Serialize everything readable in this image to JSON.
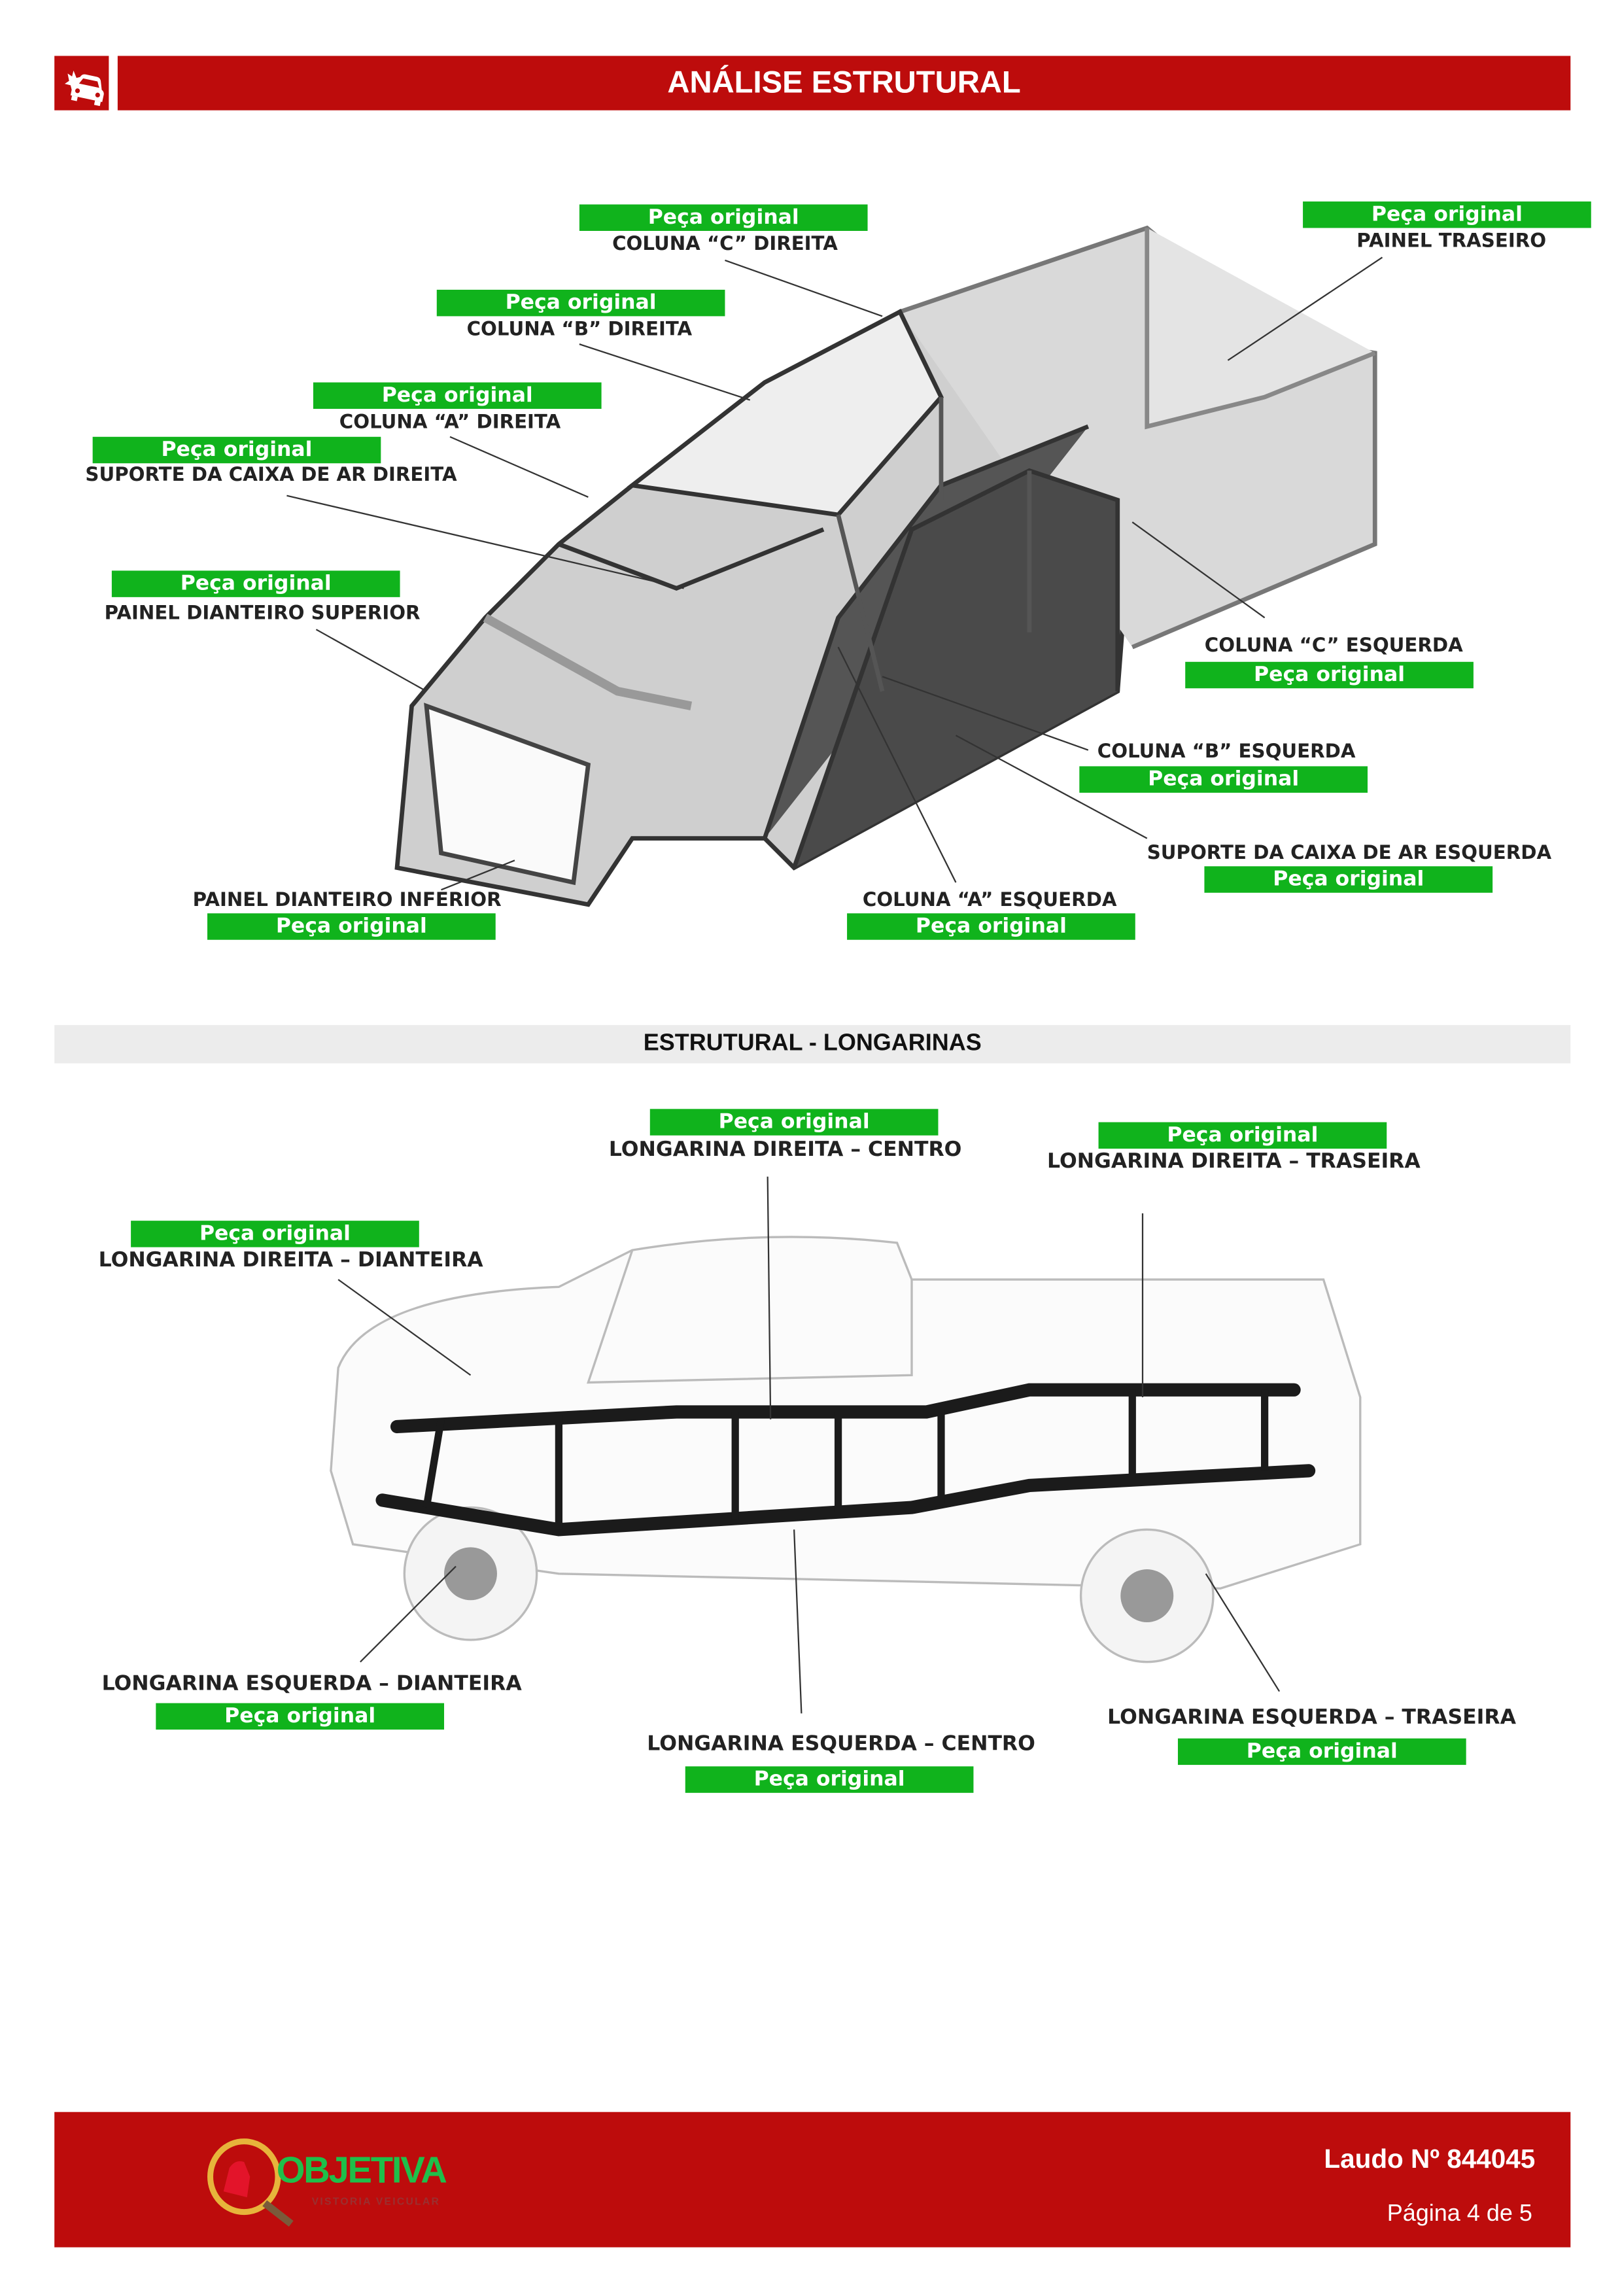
{
  "header": {
    "title": "ANÁLISE ESTRUTURAL",
    "icon": "car-crash-icon"
  },
  "structure_labels": [
    {
      "part": "COLUNA “C” DIREITA",
      "status": "Peça original"
    },
    {
      "part": "PAINEL TRASEIRO",
      "status": "Peça original"
    },
    {
      "part": "COLUNA “B” DIREITA",
      "status": "Peça original"
    },
    {
      "part": "COLUNA “A” DIREITA",
      "status": "Peça original"
    },
    {
      "part": "SUPORTE DA CAIXA DE AR DIREITA",
      "status": "Peça original"
    },
    {
      "part": "PAINEL DIANTEIRO SUPERIOR",
      "status": "Peça original"
    },
    {
      "part": "COLUNA “C” ESQUERDA",
      "status": "Peça original"
    },
    {
      "part": "COLUNA “B” ESQUERDA",
      "status": "Peça original"
    },
    {
      "part": "SUPORTE DA CAIXA DE AR ESQUERDA",
      "status": "Peça original"
    },
    {
      "part": "PAINEL DIANTEIRO INFERIOR",
      "status": "Peça original"
    },
    {
      "part": "COLUNA “A” ESQUERDA",
      "status": "Peça original"
    }
  ],
  "longarinas": {
    "title": "ESTRUTURAL - LONGARINAS",
    "labels": [
      {
        "part": "LONGARINA DIREITA – CENTRO",
        "status": "Peça original"
      },
      {
        "part": "LONGARINA DIREITA – TRASEIRA",
        "status": "Peça original"
      },
      {
        "part": "LONGARINA DIREITA – DIANTEIRA",
        "status": "Peça original"
      },
      {
        "part": "LONGARINA ESQUERDA – DIANTEIRA",
        "status": "Peça original"
      },
      {
        "part": "LONGARINA ESQUERDA – CENTRO",
        "status": "Peça original"
      },
      {
        "part": "LONGARINA ESQUERDA – TRASEIRA",
        "status": "Peça original"
      }
    ]
  },
  "footer": {
    "brand": "OBJETIVA",
    "brand_sub": "VISTORIA VEICULAR",
    "report": "Laudo Nº 844045",
    "page": "Página 4 de 5"
  },
  "colors": {
    "red": "#bd0c0c",
    "green": "#10b31c",
    "section_gray": "#ececec"
  }
}
